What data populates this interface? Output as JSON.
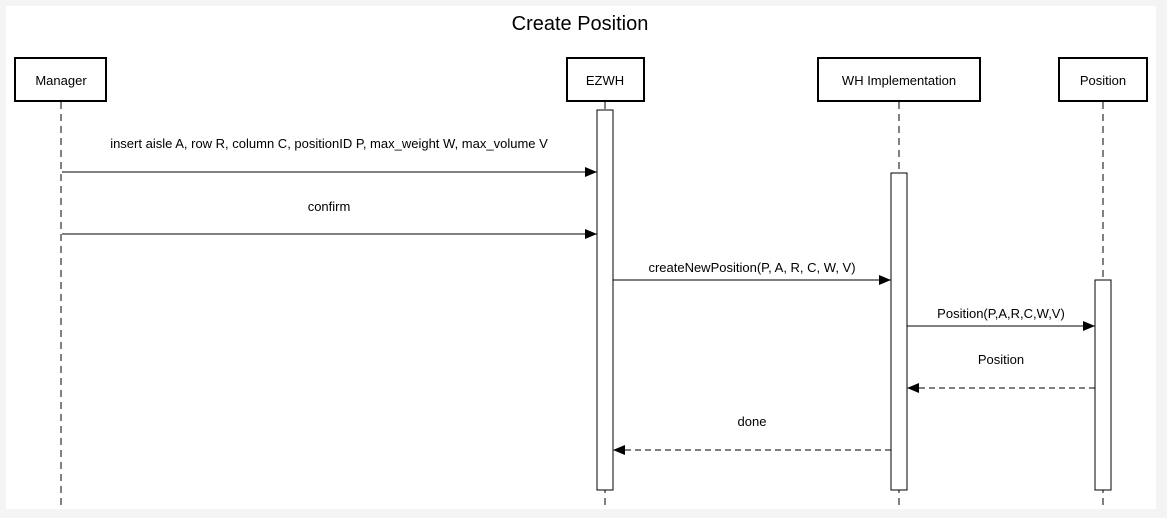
{
  "diagram": {
    "title": "Create Position",
    "participants": [
      {
        "id": "manager",
        "label": "Manager"
      },
      {
        "id": "ezwh",
        "label": "EZWH"
      },
      {
        "id": "wh_impl",
        "label": "WH Implementation"
      },
      {
        "id": "position",
        "label": "Position"
      }
    ],
    "messages": [
      {
        "from": "manager",
        "to": "ezwh",
        "label": "insert aisle A, row R, column C, positionID P, max_weight W, max_volume V",
        "style": "solid"
      },
      {
        "from": "manager",
        "to": "ezwh",
        "label": "confirm",
        "style": "solid"
      },
      {
        "from": "ezwh",
        "to": "wh_impl",
        "label": "createNewPosition(P, A, R, C, W, V)",
        "style": "solid"
      },
      {
        "from": "wh_impl",
        "to": "position",
        "label": "Position(P,A,R,C,W,V)",
        "style": "solid"
      },
      {
        "from": "position",
        "to": "wh_impl",
        "label": "Position",
        "style": "dashed"
      },
      {
        "from": "wh_impl",
        "to": "ezwh",
        "label": "done",
        "style": "dashed"
      }
    ]
  }
}
